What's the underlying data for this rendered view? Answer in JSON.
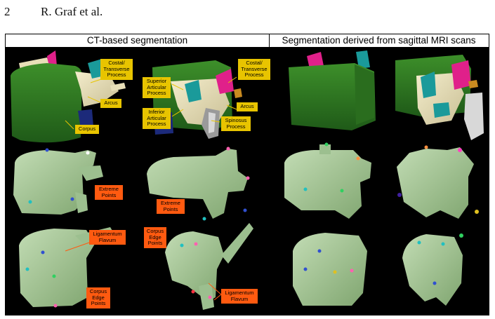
{
  "header": {
    "page_number": "2",
    "running_head": "R. Graf et al."
  },
  "figure": {
    "column_headers": {
      "left": "CT-based segmentation",
      "right": "Segmentation derived from sagittal MRI scans"
    },
    "labels": {
      "costal_transverse_1": "Costal/ Transverse Process",
      "arcus_1": "Arcus",
      "corpus": "Corpus",
      "superior_articular": "Superior Articular Process",
      "costal_transverse_2": "Costal/ Transverse Process",
      "inferior_articular": "Inferior Articular Process",
      "arcus_2": "Arcus",
      "spinosus": "Spinosus Process",
      "extreme_points_1": "Extreme Points",
      "extreme_points_2": "Extreme Points",
      "ligamentum_flavum_1": "Ligamentum Flavum",
      "corpus_edge_1": "Corpus Edge Points",
      "corpus_edge_2": "Corpus Edge Points",
      "ligamentum_flavum_2": "Ligamentum Flavum"
    },
    "colors": {
      "corpus_green": "#2f7a22",
      "process_cream": "#e8dfb8",
      "magenta": "#e0208a",
      "teal": "#1a9a9a",
      "navy": "#1c2a7a",
      "mesh_green": "#a6c79a",
      "label_yellow": "#e8c400",
      "label_orange": "#ff5a10"
    }
  }
}
